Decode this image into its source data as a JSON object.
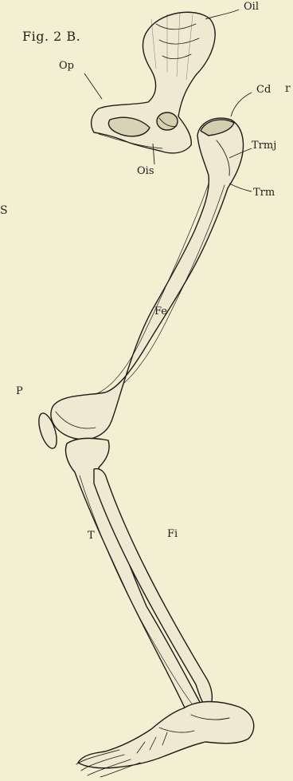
{
  "figure": {
    "title": "Fig. 2 B."
  },
  "edge_marks": [
    "r",
    "S"
  ],
  "labels": {
    "oil": "Oil",
    "op": "Op",
    "cd": "Cd",
    "trmj": "Trmj",
    "ois": "Ois",
    "trm": "Trm",
    "fe": "Fe",
    "p": "P",
    "t": "T",
    "fi": "Fi"
  },
  "colors": {
    "paper": "#f3efd2",
    "ink": "#1e1c18",
    "bone": "#eee9d0"
  }
}
